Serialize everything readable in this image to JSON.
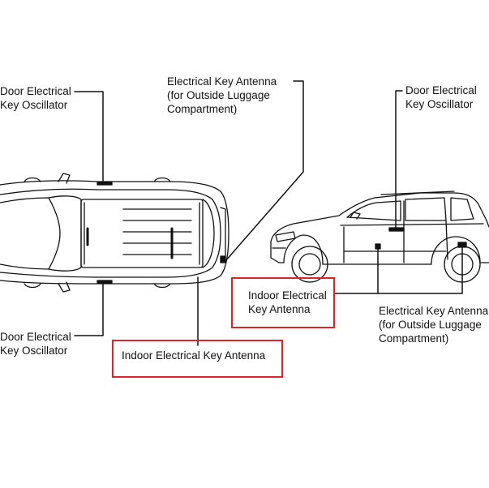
{
  "labels": {
    "top_left_door_osc": [
      "Door Electrical",
      "Key Oscillator"
    ],
    "top_luggage_antenna": [
      "Electrical Key Antenna",
      "(for Outside Luggage",
      "Compartment)"
    ],
    "bottom_left_door_osc": [
      "Door Electrical",
      "Key Oscillator"
    ],
    "indoor_antenna_top_view": [
      "Indoor Electrical Key Antenna"
    ],
    "right_door_osc": [
      "Door Electrical",
      "Key Oscillator"
    ],
    "right_indoor_antenna": [
      "Indoor Electrical",
      "Key Antenna"
    ],
    "right_luggage_antenna": [
      "Electrical Key Antenna",
      "(for Outside Luggage",
      "Compartment)"
    ]
  },
  "colors": {
    "line": "#111111",
    "highlight": "#d9262c"
  }
}
